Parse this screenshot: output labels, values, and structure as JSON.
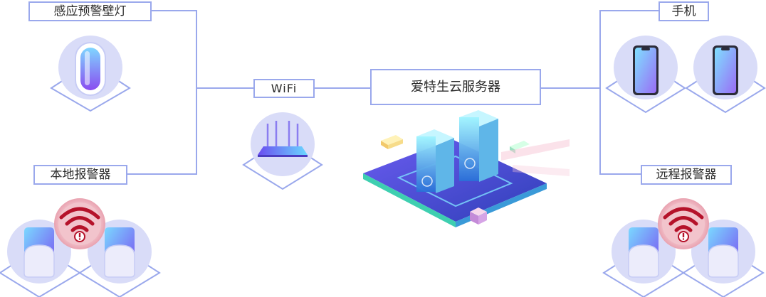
{
  "labels": {
    "sensor_wall_lamp": "感应预警壁灯",
    "local_alarm": "本地报警器",
    "wifi": "WiFi",
    "cloud_server": "爱特生云服务器",
    "phone": "手机",
    "remote_alarm": "远程报警器"
  },
  "icons": {
    "wall_lamp": "wall-lamp-icon",
    "router": "wifi-router-icon",
    "server": "cloud-server-icon",
    "phone": "smartphone-icon",
    "alarm": "alarm-sensor-icon",
    "warning": "wifi-warning-icon"
  },
  "colors": {
    "line": "#9aa8ec",
    "circle": "#d9dcf8",
    "accent": "#8a5cf0",
    "warning": "#b5122a"
  }
}
